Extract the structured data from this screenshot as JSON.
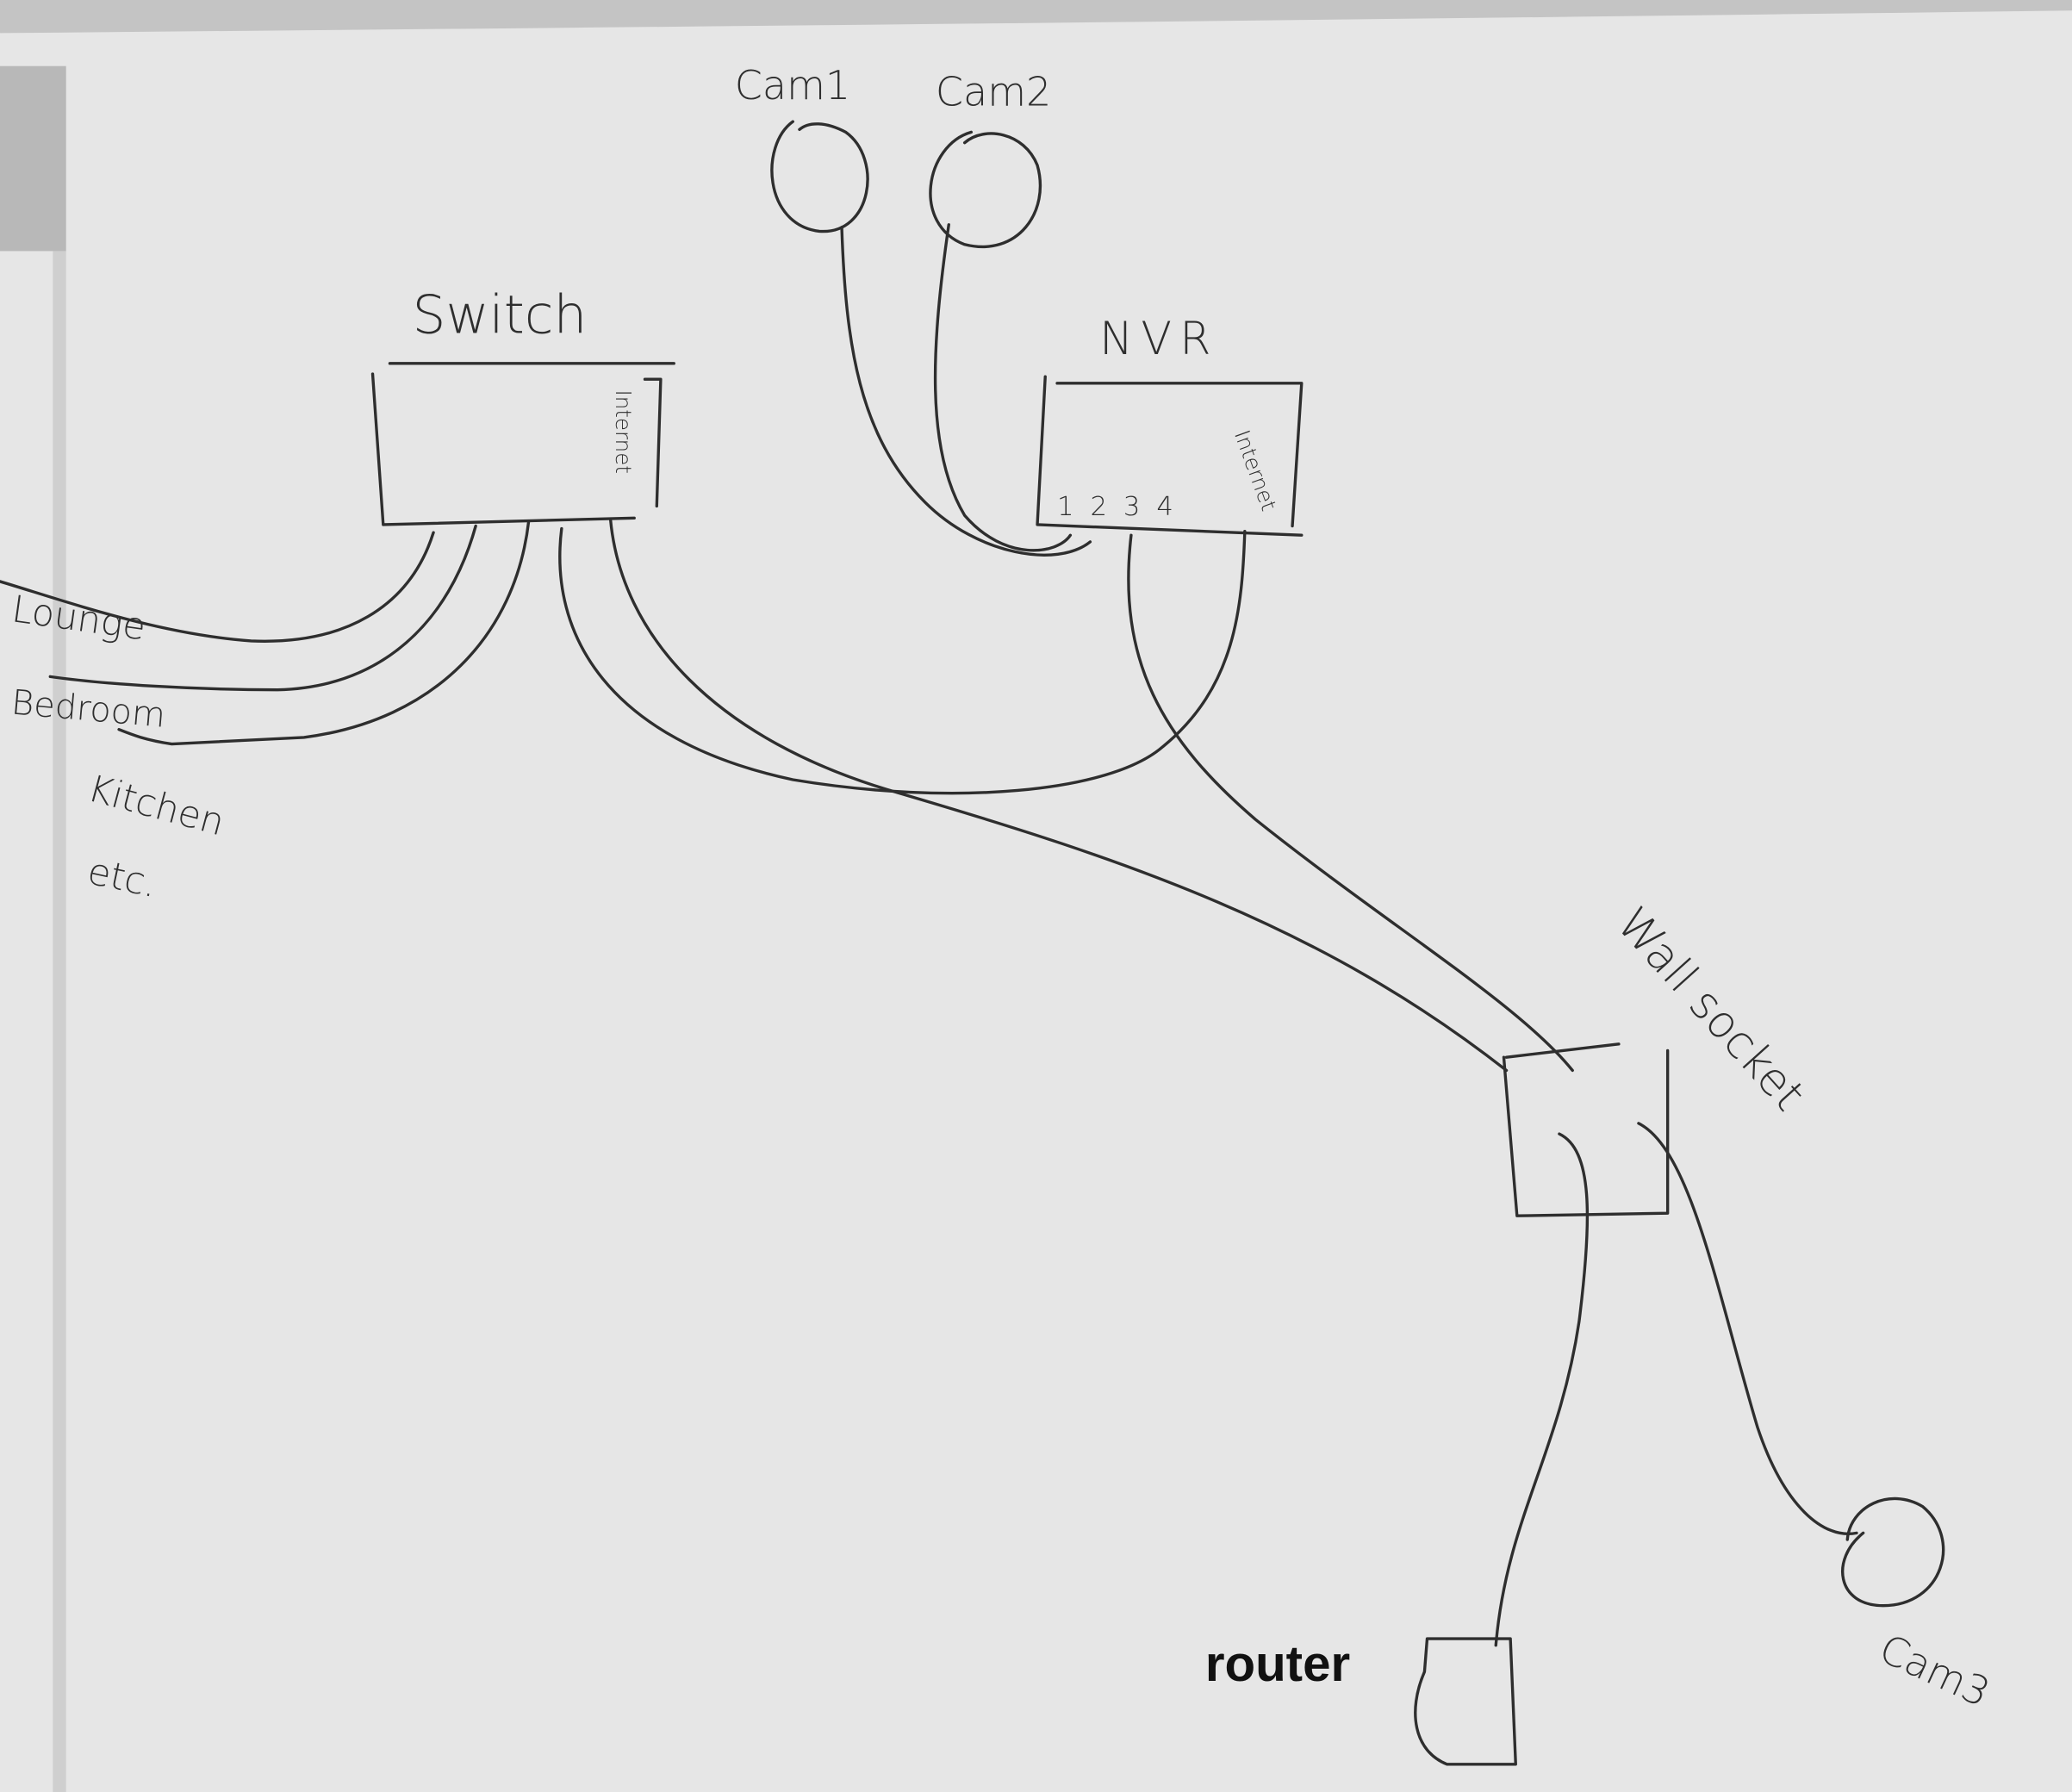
{
  "diagram": {
    "title": "Home network and CCTV wiring sketch",
    "nodes": {
      "cam1": "Cam1",
      "cam2": "Cam2",
      "cam3": "Cam3",
      "switch": "Switch",
      "nvr": "NVR",
      "switch_port": "Internet",
      "nvr_port": "Internet",
      "nvr_ports": "1 2 3 4",
      "wall_socket": "Wall socket",
      "router": "router"
    },
    "rooms": [
      "Lounge",
      "Bedroom",
      "Kitchen",
      "etc."
    ],
    "colors": {
      "paper": "#e4e4e4",
      "ink": "#2e2e2e",
      "label": "#111111"
    }
  }
}
